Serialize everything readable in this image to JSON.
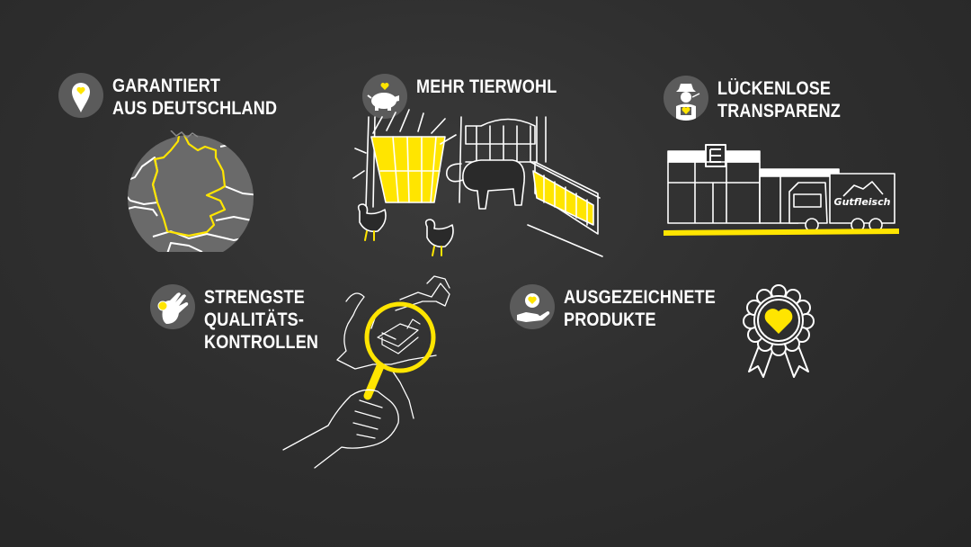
{
  "colors": {
    "background": "#2e2e2e",
    "badge": "#5b5b5b",
    "accent_yellow": "#ffe500",
    "line_white": "#ffffff"
  },
  "features": [
    {
      "id": "deutschland",
      "icon": "map-pin-heart-icon",
      "lines": [
        "GARANTIERT",
        "AUS DEUTSCHLAND"
      ],
      "illustration": "germany-map-illustration"
    },
    {
      "id": "tierwohl",
      "icon": "piggy-bank-heart-icon",
      "lines": [
        "MEHR TIERWOHL"
      ],
      "illustration": "barn-pig-chickens-illustration"
    },
    {
      "id": "transparenz",
      "icon": "farmer-heart-icon",
      "lines": [
        "LÜCKENLOSE",
        "TRANSPARENZ"
      ],
      "illustration": "store-truck-illustration",
      "truck_text": "Gutfleisch"
    },
    {
      "id": "qualitaet",
      "icon": "ok-hand-icon",
      "lines": [
        "STRENGSTE",
        "QUALITÄTS-",
        "KONTROLLEN"
      ],
      "illustration": "magnifier-map-illustration"
    },
    {
      "id": "ausgezeichnet",
      "icon": "hand-heart-icon",
      "lines": [
        "AUSGEZEICHNETE",
        "PRODUKTE"
      ],
      "illustration": "award-rosette-heart-illustration"
    }
  ]
}
